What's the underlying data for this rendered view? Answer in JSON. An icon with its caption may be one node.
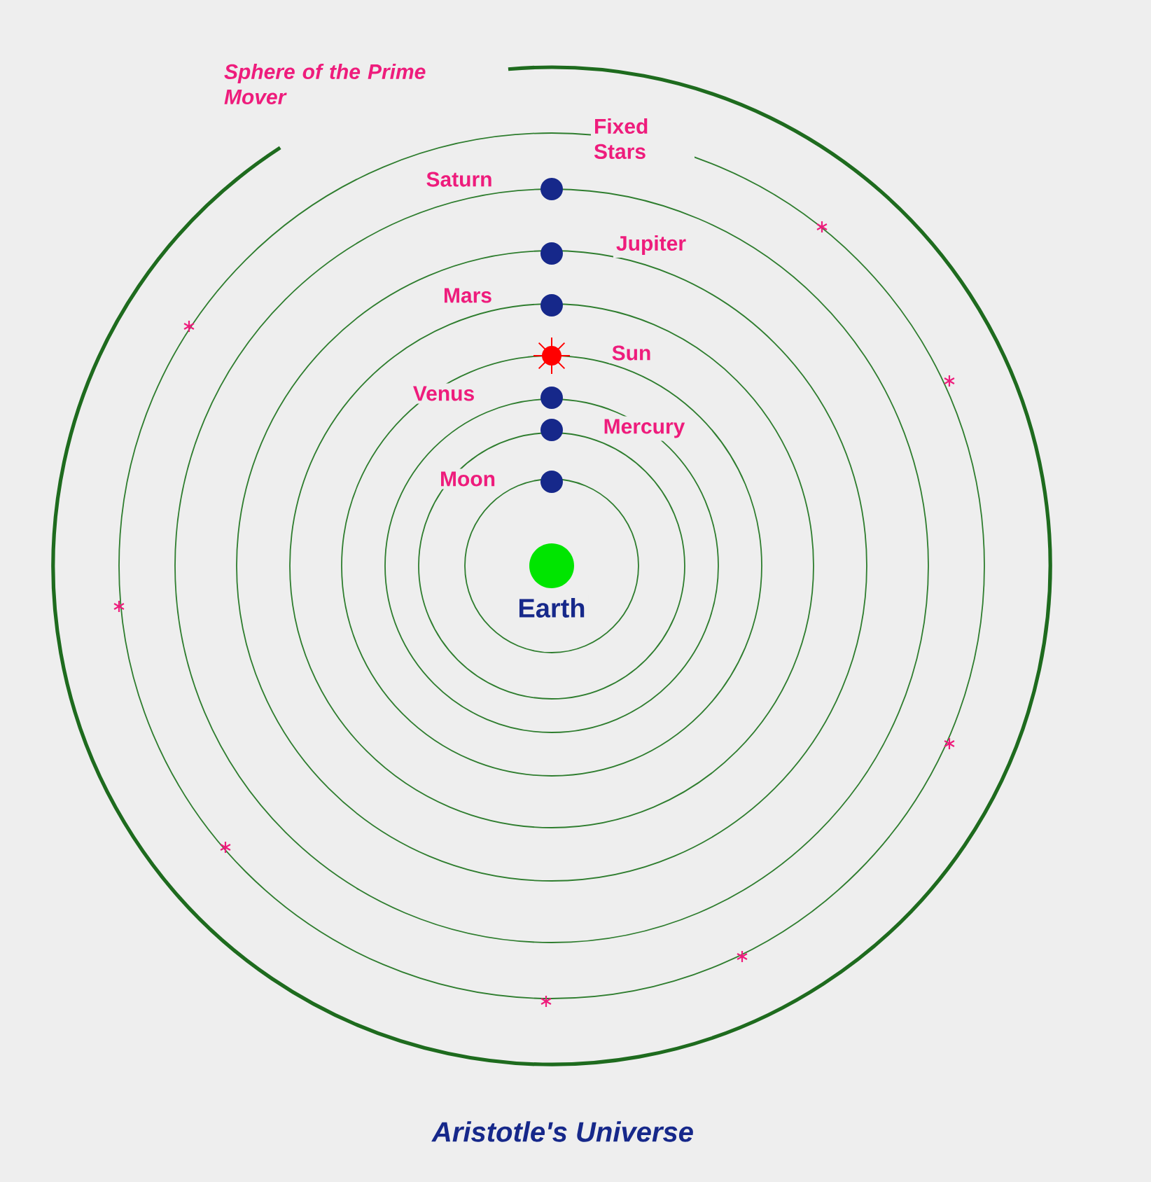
{
  "diagram": {
    "caption": "Aristotle's Universe",
    "nodes": [
      {
        "text": [
          "Earth"
        ]
      },
      {
        "text": [
          "Moon"
        ]
      },
      {
        "text": [
          "Mercury"
        ]
      },
      {
        "text": [
          "Venus"
        ]
      },
      {
        "text": [
          "Sun"
        ]
      },
      {
        "text": [
          "Mars"
        ]
      },
      {
        "text": [
          "Jupiter"
        ]
      },
      {
        "text": [
          "Saturn"
        ]
      }
    ],
    "labels": [
      "Sphere of the Prime Mover",
      "Fixed Stars"
    ]
  }
}
